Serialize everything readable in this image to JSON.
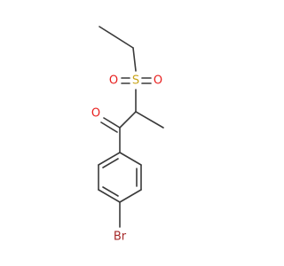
{
  "molecule": {
    "atoms": {
      "oxygen_carbonyl": {
        "label": "O",
        "color": "#e8201f"
      },
      "sulfur": {
        "label": "S",
        "color": "#c8a419"
      },
      "oxygen_sulfonyl_left": {
        "label": "O",
        "color": "#e8201f"
      },
      "oxygen_sulfonyl_right": {
        "label": "O",
        "color": "#e8201f"
      },
      "bromine": {
        "label": "Br",
        "color": "#a52a2a"
      }
    },
    "bond_color": "#3a3a3a"
  }
}
